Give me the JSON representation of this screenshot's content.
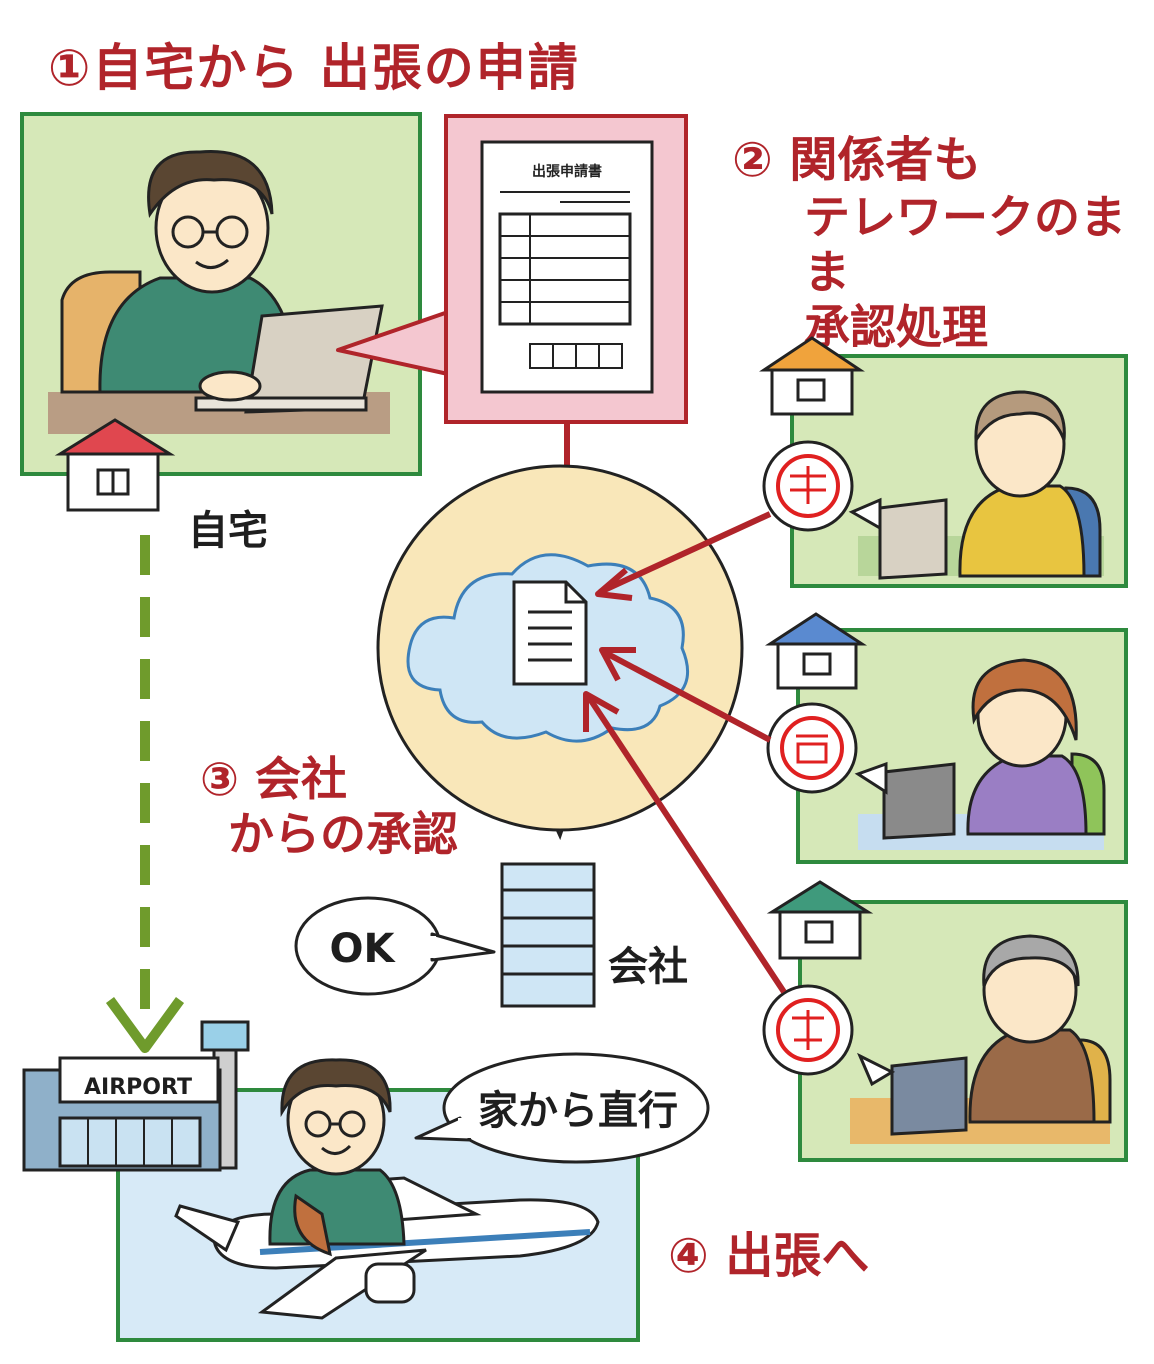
{
  "steps": {
    "step1": "①自宅から 出張の申請",
    "step2_line1": "② 関係者も",
    "step2_line2": "テレワークのまま",
    "step2_line3": "承認処理",
    "step3_line1": "③ 会社",
    "step3_line2": "からの承認",
    "step4": "④ 出張へ"
  },
  "labels": {
    "home": "自宅",
    "company": "会社",
    "ok": "OK",
    "direct": "家から直行",
    "airport": "AIRPORT"
  },
  "form": {
    "title": "出張申請書"
  },
  "colors": {
    "accent_red": "#b0242a",
    "panel_green": "#d6e8b8",
    "panel_border": "#2e8a3e",
    "form_pink": "#f4c7d0",
    "cloud_blue": "#cfe6f5",
    "bubble_cream": "#f9e7b9",
    "dashed_green": "#6f9b2c",
    "sky_blue": "#d7eaf7"
  }
}
